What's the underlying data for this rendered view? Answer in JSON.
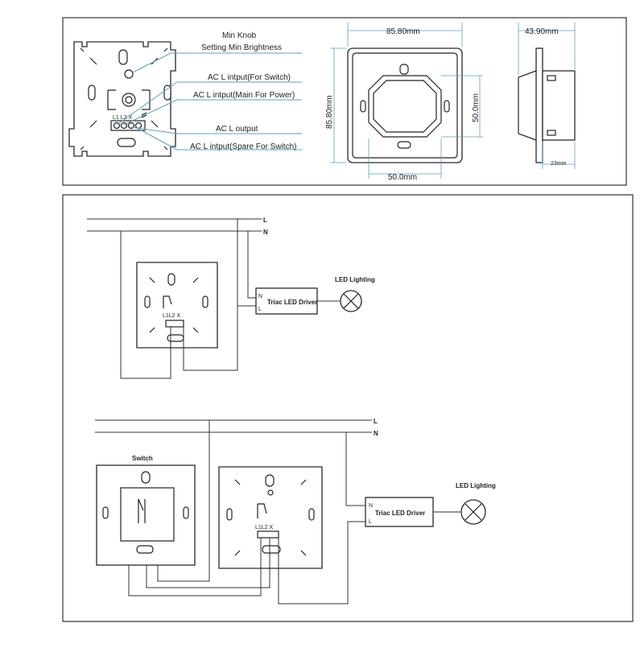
{
  "specs": {
    "callouts": {
      "min_knob": "Min Knob",
      "setting_min_brightness": "Setting Min Brightness",
      "ac_l_switch": "AC L intput(For Switch)",
      "ac_l_main": "AC L intput(Main For Power)",
      "ac_l_output": "AC L output",
      "ac_l_spare": "AC L intput(Spare For Switch)"
    },
    "terminal_label": "L1 L2 X",
    "dimensions": {
      "width": "85.80mm",
      "height": "85.80mm",
      "inner_height": "50.0mm",
      "inner_width": "50.0mm",
      "depth": "43.90mm",
      "side_depth": "23mm"
    }
  },
  "wiring": {
    "line_l": "L",
    "line_n": "N",
    "driver_label": "Triac LED Driver",
    "driver_n": "N",
    "driver_l": "L",
    "lighting_label": "LED Lighting",
    "terminal_label": "L1L2 X",
    "switch_label": "Switch"
  },
  "colors": {
    "leader": "#5aa0c0",
    "ink": "#222222"
  },
  "icons": [
    "lamp-icon",
    "ground-icon",
    "terminal-block-icon"
  ]
}
